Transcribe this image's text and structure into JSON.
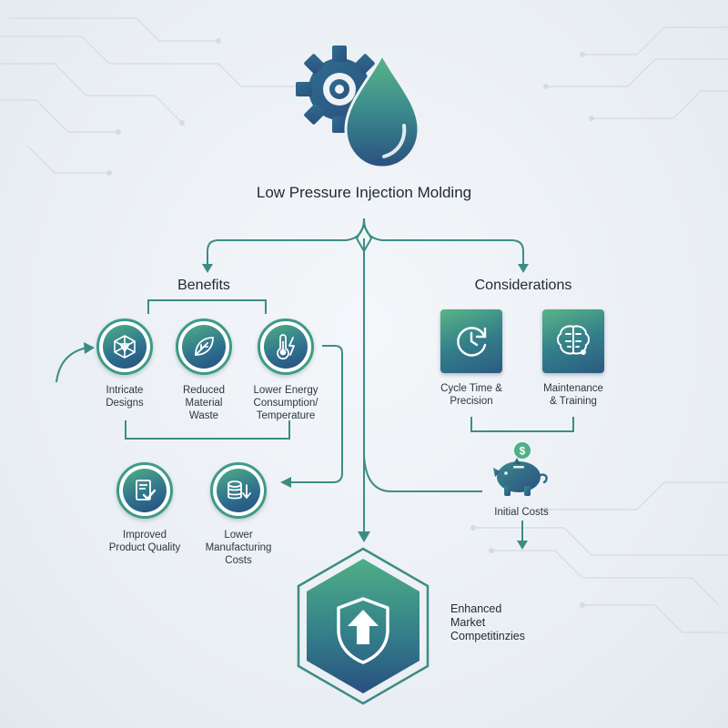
{
  "title": "Low Pressure Injection Molding",
  "benefits": {
    "heading": "Benefits",
    "items": [
      {
        "label": "Intricate\nDesigns",
        "icon": "crystal-shape-icon"
      },
      {
        "label": "Reduced\nMaterial\nWaste",
        "icon": "leaf-icon"
      },
      {
        "label": "Lower Energy\nConsumption/\nTemperature",
        "icon": "thermometer-lightning-icon"
      },
      {
        "label": "Improved\nProduct Quality",
        "icon": "checklist-icon"
      },
      {
        "label": "Lower\nManufacturing\nCosts",
        "icon": "coin-stack-down-arrow-icon"
      }
    ]
  },
  "considerations": {
    "heading": "Considerations",
    "items": [
      {
        "label": "Cycle Time &\nPrecision",
        "icon": "cycle-clock-icon"
      },
      {
        "label": "Maintenance\n& Training",
        "icon": "brain-circuit-icon"
      },
      {
        "label": "Initial Costs",
        "icon": "piggy-bank-icon"
      }
    ]
  },
  "outcome": {
    "label": "Enhanced\nMarket\nCompetitinzies",
    "icon": "shield-up-arrow-icon"
  },
  "logo_icon": "gear-droplet-icon",
  "colors": {
    "accent_green": "#4fae86",
    "accent_blue": "#2b5a82",
    "connector": "#3d8c84"
  }
}
